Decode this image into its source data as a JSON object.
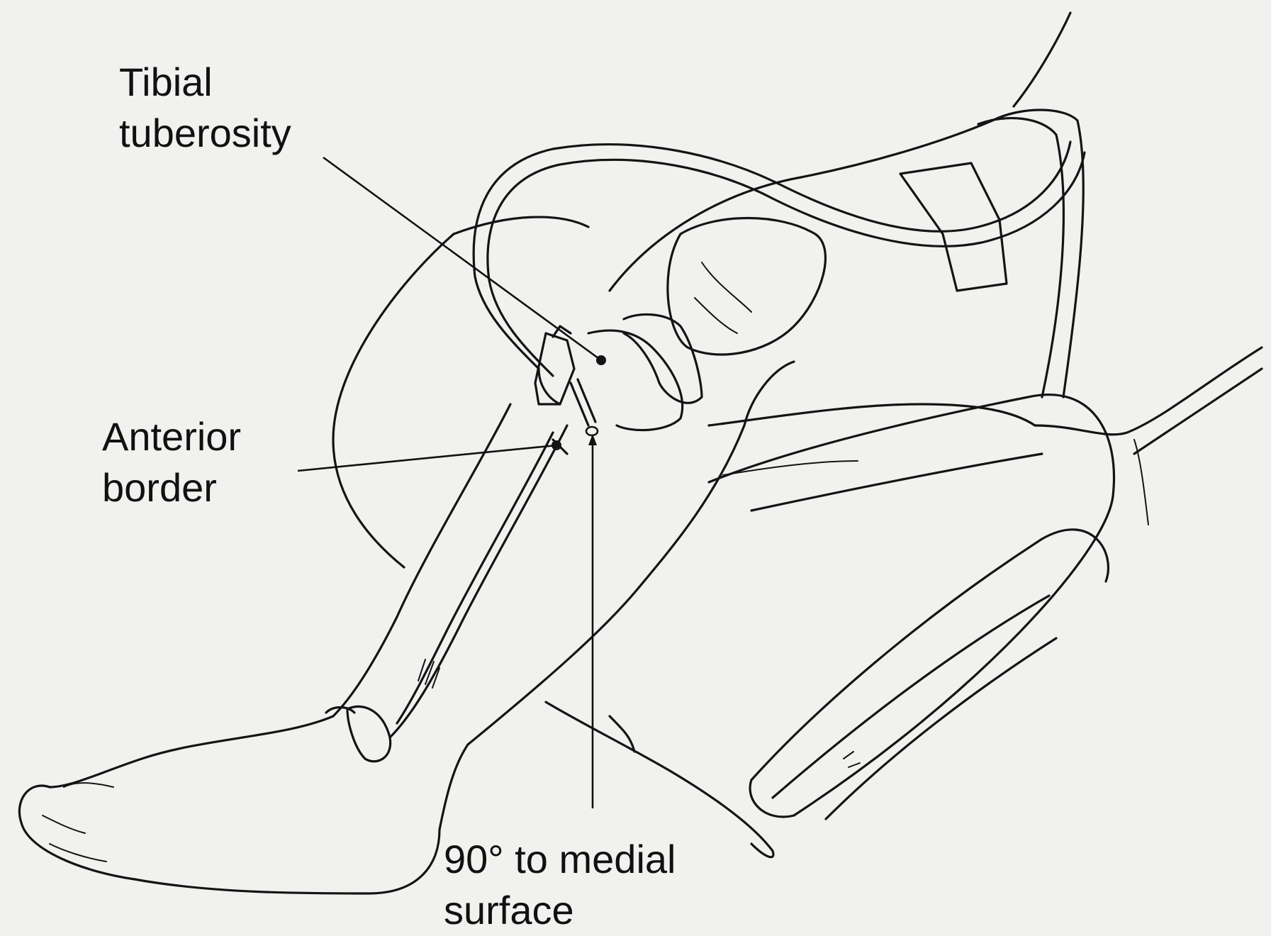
{
  "labels": {
    "tibial_tuberosity": [
      "Tibial",
      "tuberosity"
    ],
    "anterior_border": [
      "Anterior",
      "border"
    ],
    "medial_surface": [
      "90° to medial",
      "surface"
    ]
  }
}
